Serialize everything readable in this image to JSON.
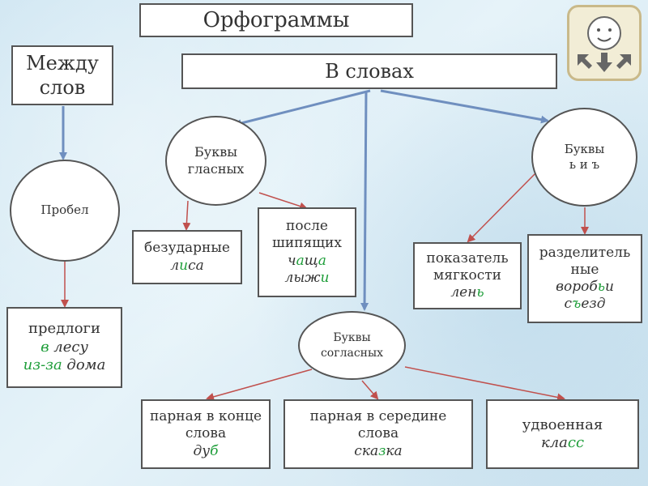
{
  "title": "Орфограммы",
  "between_words": [
    "Между",
    "слов"
  ],
  "in_words": "В словах",
  "circle_vowels": [
    "Буквы",
    "гласных"
  ],
  "circle_space": "Пробел",
  "circle_soft": [
    "Буквы",
    "ь и ъ"
  ],
  "circle_consonants": [
    "Буквы",
    "согласных"
  ],
  "unstressed": {
    "label": "безударные",
    "ex1": "л",
    "ex2": "и",
    "ex3": "са"
  },
  "sibilants": {
    "label1": "после",
    "label2": "шипящих",
    "ex1a": "ч",
    "ex1b": "а",
    "ex1c": "щ",
    "ex1d": "а",
    "ex2a": "лыж",
    "ex2b": "и"
  },
  "prepositions": {
    "label": "предлоги",
    "ex1a": "в",
    "ex1b": " лесу",
    "ex2a": "из-за",
    "ex2b": " дома"
  },
  "softness": {
    "label1": "показатель",
    "label2": "мягкости",
    "ex1": "лен",
    "ex2": "ь"
  },
  "separating": {
    "label1": "разделитель",
    "label2": "ные",
    "ex1a": "вороб",
    "ex1b": "ь",
    "ex1c": "и",
    "ex2a": "с",
    "ex2b": "ъ",
    "ex2c": "езд"
  },
  "paired_end": {
    "label1": "парная в конце",
    "label2": "слова",
    "ex1": "ду",
    "ex2": "б"
  },
  "paired_mid": {
    "label1": "парная в середине",
    "label2": "слова",
    "ex1": "ска",
    "ex2": "з",
    "ex3": "ка"
  },
  "doubled": {
    "label": "удвоенная",
    "ex1": "кла",
    "ex2": "сс"
  },
  "colors": {
    "highlight": "#1f9e3a",
    "arrow_blue": "#6f8fbf",
    "arrow_red": "#c0504d"
  },
  "icons": [
    "smiley-icon",
    "arrow-left-down-icon",
    "arrow-down-icon",
    "arrow-right-down-icon"
  ]
}
